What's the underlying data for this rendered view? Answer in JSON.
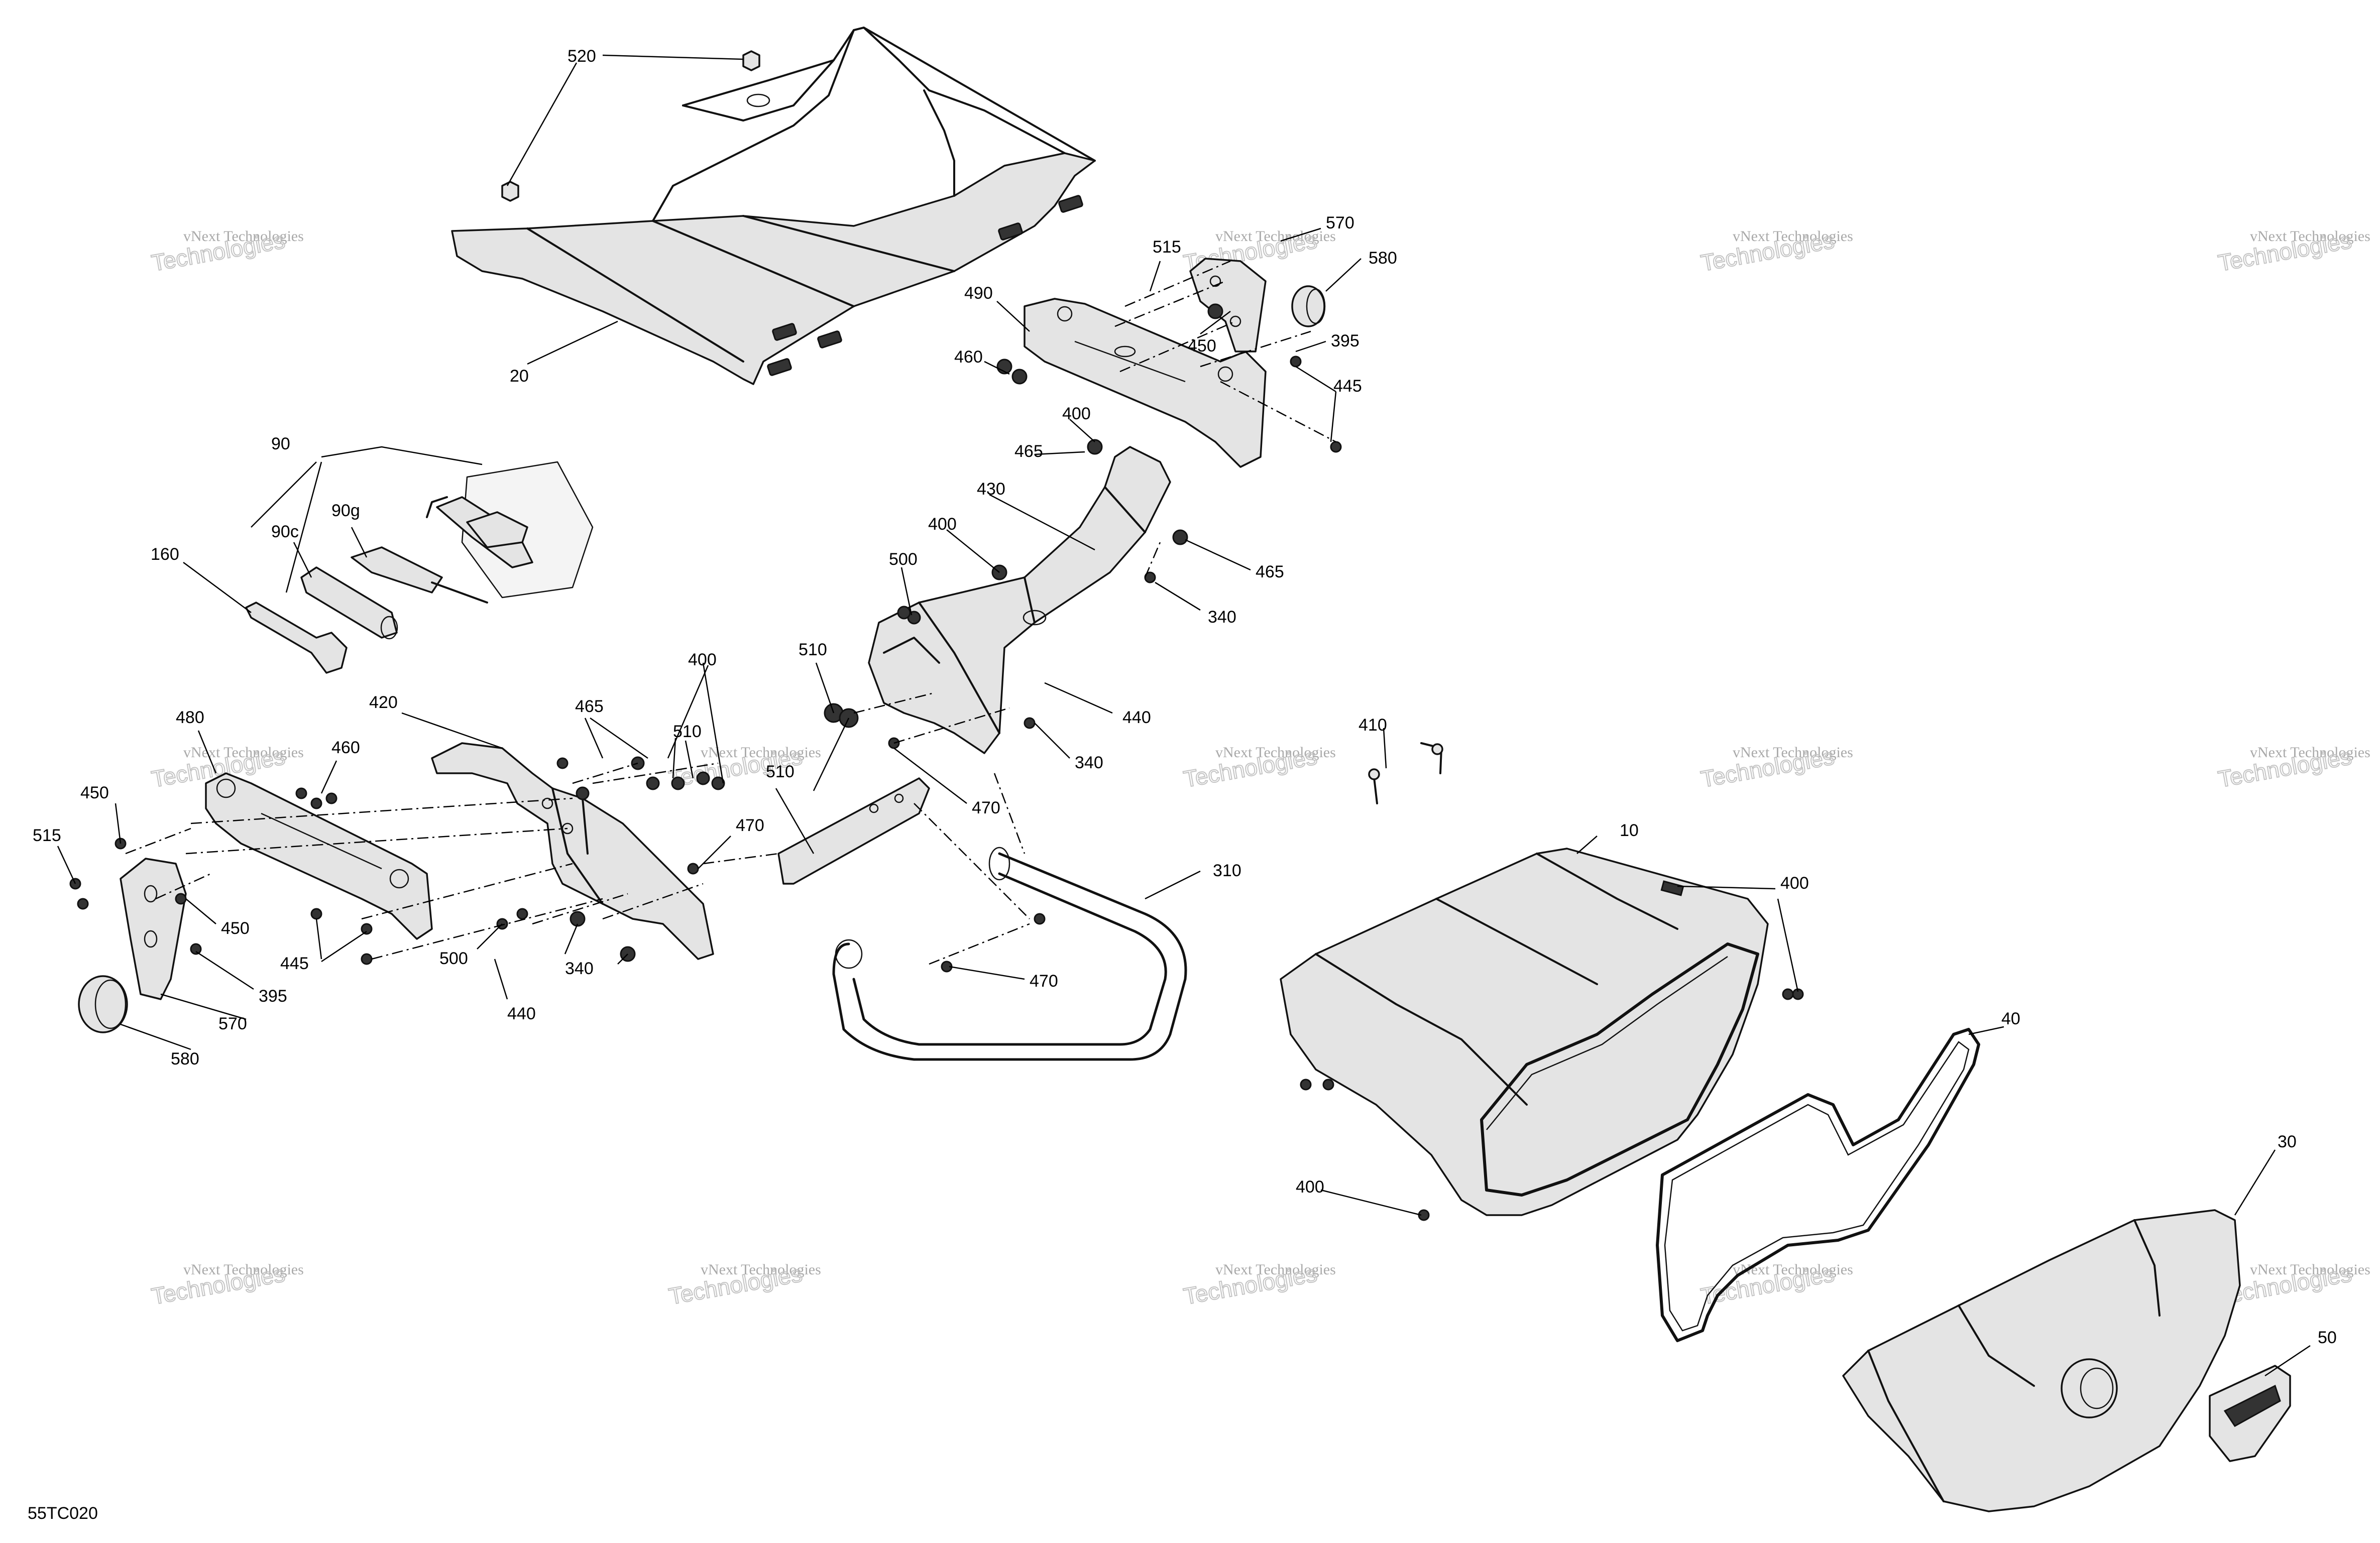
{
  "drawing_code": "55TC020",
  "watermark": {
    "line1": "vNext Technologies",
    "line2": "Technologies"
  },
  "callouts": [
    {
      "id": "520a",
      "text": "520"
    },
    {
      "id": "20",
      "text": "20"
    },
    {
      "id": "515a",
      "text": "515"
    },
    {
      "id": "570a",
      "text": "570"
    },
    {
      "id": "580a",
      "text": "580"
    },
    {
      "id": "490",
      "text": "490"
    },
    {
      "id": "450a",
      "text": "450"
    },
    {
      "id": "395a",
      "text": "395"
    },
    {
      "id": "460a",
      "text": "460"
    },
    {
      "id": "445a",
      "text": "445"
    },
    {
      "id": "400a",
      "text": "400"
    },
    {
      "id": "465a",
      "text": "465"
    },
    {
      "id": "430",
      "text": "430"
    },
    {
      "id": "400b",
      "text": "400"
    },
    {
      "id": "465b",
      "text": "465"
    },
    {
      "id": "340a",
      "text": "340"
    },
    {
      "id": "500a",
      "text": "500"
    },
    {
      "id": "90",
      "text": "90"
    },
    {
      "id": "90g",
      "text": "90g"
    },
    {
      "id": "90c",
      "text": "90c"
    },
    {
      "id": "160",
      "text": "160"
    },
    {
      "id": "510a",
      "text": "510"
    },
    {
      "id": "440a",
      "text": "440"
    },
    {
      "id": "340b",
      "text": "340"
    },
    {
      "id": "470a",
      "text": "470"
    },
    {
      "id": "400c",
      "text": "400"
    },
    {
      "id": "465c",
      "text": "465"
    },
    {
      "id": "510b",
      "text": "510"
    },
    {
      "id": "420",
      "text": "420"
    },
    {
      "id": "510c",
      "text": "510"
    },
    {
      "id": "480",
      "text": "480"
    },
    {
      "id": "460b",
      "text": "460"
    },
    {
      "id": "450b",
      "text": "450"
    },
    {
      "id": "515b",
      "text": "515"
    },
    {
      "id": "450c",
      "text": "450"
    },
    {
      "id": "445b",
      "text": "445"
    },
    {
      "id": "395b",
      "text": "395"
    },
    {
      "id": "570b",
      "text": "570"
    },
    {
      "id": "580b",
      "text": "580"
    },
    {
      "id": "470b",
      "text": "470"
    },
    {
      "id": "500b",
      "text": "500"
    },
    {
      "id": "340c",
      "text": "340"
    },
    {
      "id": "440b",
      "text": "440"
    },
    {
      "id": "310",
      "text": "310"
    },
    {
      "id": "470c",
      "text": "470"
    },
    {
      "id": "410",
      "text": "410"
    },
    {
      "id": "10",
      "text": "10"
    },
    {
      "id": "400d",
      "text": "400"
    },
    {
      "id": "40",
      "text": "40"
    },
    {
      "id": "400e",
      "text": "400"
    },
    {
      "id": "30",
      "text": "30"
    },
    {
      "id": "50",
      "text": "50"
    }
  ]
}
